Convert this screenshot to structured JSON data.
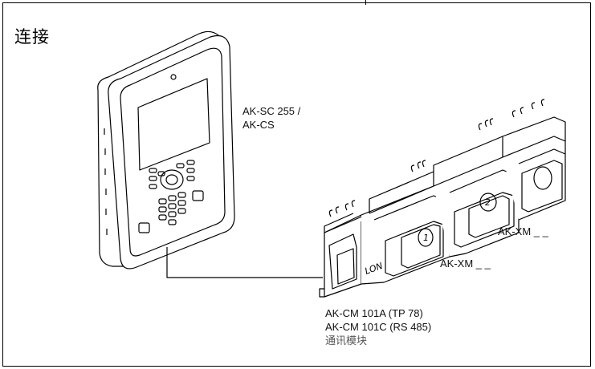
{
  "title": "连接",
  "controller": {
    "line1": "AK-SC 255 /",
    "line2": "AK-CS"
  },
  "module_labels": {
    "xm_a": "AK-XM _ _",
    "xm_b": "AK-XM _ _"
  },
  "comm_module": {
    "line1": "AK-CM 101A (TP 78)",
    "line2": "AK-CM 101C (RS 485)",
    "line3": "通讯模块"
  },
  "module_marks": {
    "lon": "LON",
    "one": "1",
    "two": "2"
  }
}
